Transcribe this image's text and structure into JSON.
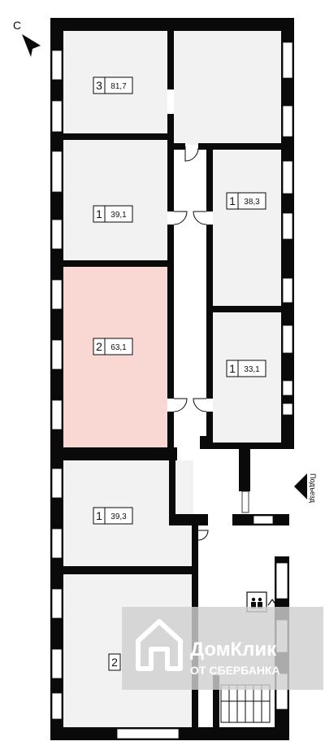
{
  "compass": {
    "letter": "С"
  },
  "entrance": {
    "label": "Подъезд"
  },
  "rooms": [
    {
      "rooms_count": "3",
      "area": "81,7",
      "selected": false
    },
    {
      "rooms_count": "1",
      "area": "39,1",
      "selected": false
    },
    {
      "rooms_count": "1",
      "area": "38,3",
      "selected": false
    },
    {
      "rooms_count": "2",
      "area": "63,1",
      "selected": true
    },
    {
      "rooms_count": "1",
      "area": "33,1",
      "selected": false
    },
    {
      "rooms_count": "1",
      "area": "39,3",
      "selected": false
    },
    {
      "rooms_count": "2",
      "area": "",
      "selected": false
    }
  ],
  "watermark": {
    "line1": "ДомКлик",
    "line2": "ОТ СБЕРБАНКА"
  },
  "colors": {
    "wall": "#0a0a0a",
    "room_fill": "#f2f2f2",
    "selected_fill": "#f9d8d3",
    "watermark_bg": "#cfcfcf",
    "watermark_text": "#ffffff"
  }
}
